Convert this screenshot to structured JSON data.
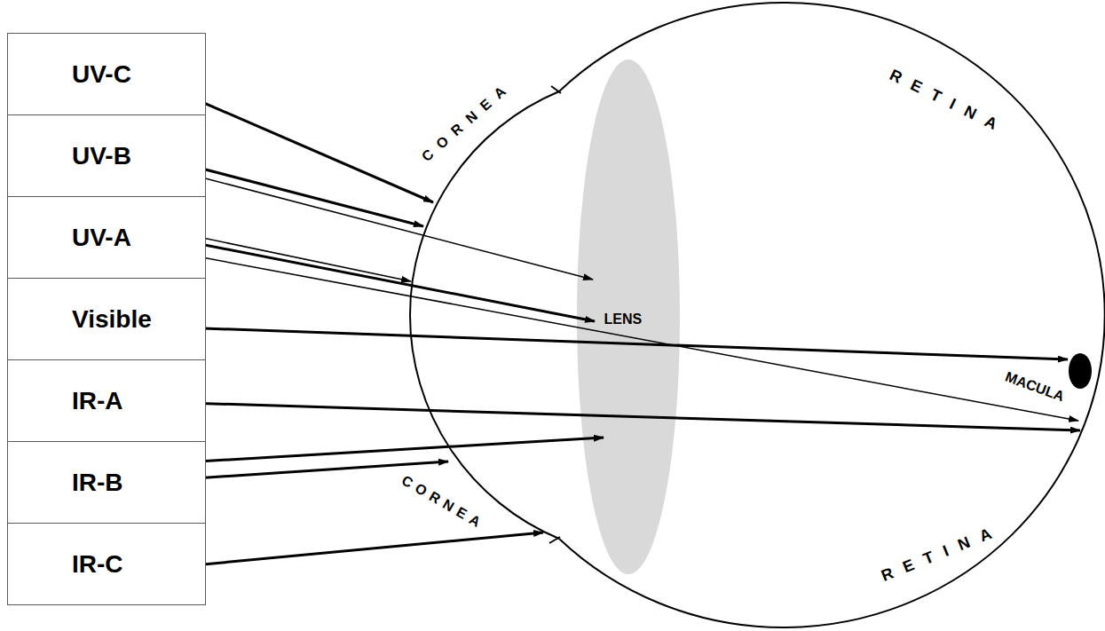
{
  "diagram": {
    "nodes": [
      {
        "text": [
          "UV-C"
        ]
      },
      {
        "text": [
          "UV-B"
        ]
      },
      {
        "text": [
          "UV-A"
        ]
      },
      {
        "text": [
          "Visible"
        ]
      },
      {
        "text": [
          "IR-A"
        ]
      },
      {
        "text": [
          "IR-B"
        ]
      },
      {
        "text": [
          "IR-C"
        ]
      }
    ],
    "labels": [
      "CORNEA",
      "RETINA",
      "LENS",
      "MACULA",
      "CORNEA",
      "RETINA"
    ]
  }
}
